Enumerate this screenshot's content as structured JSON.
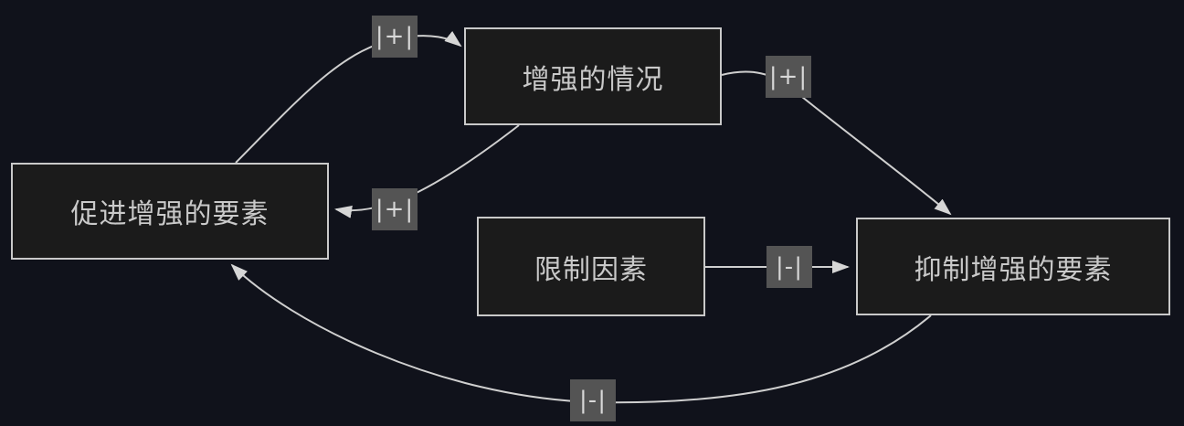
{
  "diagram": {
    "type": "flowchart",
    "nodes": [
      {
        "id": "enhanced-situation",
        "label": "增强的情况"
      },
      {
        "id": "promoting-factors",
        "label": "促进增强的要素"
      },
      {
        "id": "limiting-factors",
        "label": "限制因素"
      },
      {
        "id": "suppressing-factors",
        "label": "抑制增强的要素"
      }
    ],
    "edges": [
      {
        "from": "促进增强的要素",
        "to": "增强的情况",
        "label": "|+|"
      },
      {
        "from": "增强的情况",
        "to": "抑制增强的要素",
        "label": "|+|"
      },
      {
        "from": "增强的情况",
        "to": "促进增强的要素",
        "label": "|+|"
      },
      {
        "from": "限制因素",
        "to": "抑制增强的要素",
        "label": "|-|"
      },
      {
        "from": "抑制增强的要素",
        "to": "促进增强的要素",
        "label": "|-|"
      }
    ],
    "colors": {
      "background": "#10121b",
      "node_fill": "#1b1b1b",
      "node_border": "#c9c9c9",
      "node_text": "#c9c9c9",
      "edge_line": "#cfcfcf",
      "edge_label_bg": "#545454",
      "edge_label_text": "#d8d8d8"
    }
  }
}
